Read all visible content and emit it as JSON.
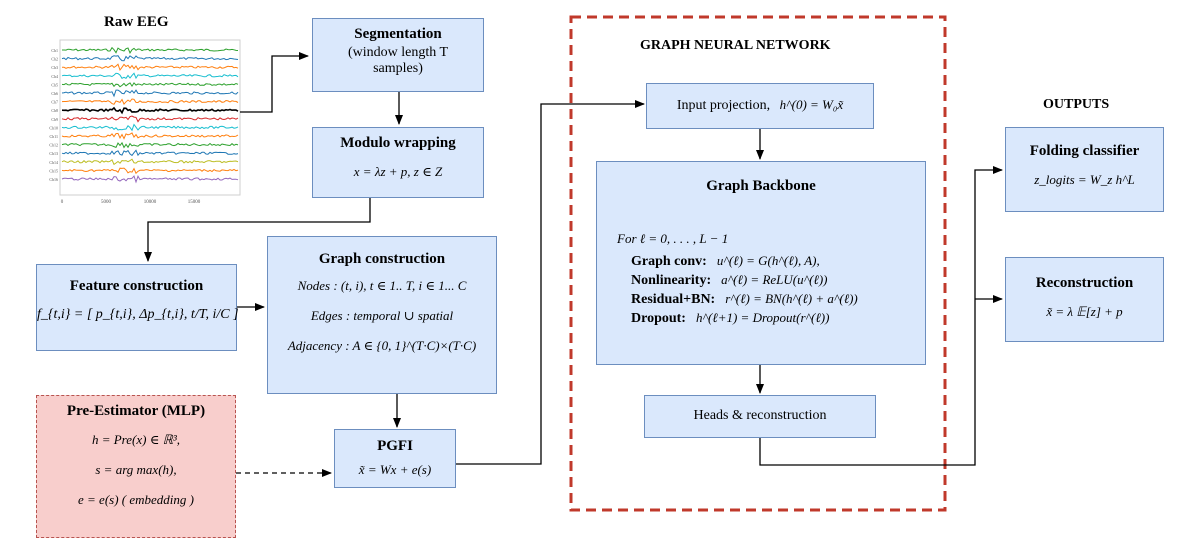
{
  "raw_eeg": {
    "title": "Raw EEG",
    "channel_labels": [
      "Ch1",
      "Ch2",
      "Ch3",
      "Ch4",
      "Ch5",
      "Ch6",
      "Ch7",
      "Ch8",
      "Ch9",
      "Ch10",
      "Ch11",
      "Ch12",
      "Ch13",
      "Ch14",
      "Ch15",
      "Ch16"
    ],
    "x_ticks": [
      "0",
      "5000",
      "10000",
      "15000"
    ],
    "trace_colors": [
      "#2ca02c",
      "#1f77b4",
      "#ff7f0e",
      "#17becf",
      "#2ca02c",
      "#1f77b4",
      "#ff7f0e",
      "#000000",
      "#d62728",
      "#17becf",
      "#ff7f0e",
      "#2ca02c",
      "#1f77b4",
      "#bcbd22",
      "#ff7f0e",
      "#9467bd"
    ]
  },
  "segmentation": {
    "title": "Segmentation",
    "line1": "(window length T",
    "line2": "samples)"
  },
  "modulo": {
    "title": "Modulo wrapping",
    "eq": "x = λz + p, z ∈ Z"
  },
  "feature": {
    "title": "Feature construction",
    "eq": "f_{t,i} = [ p_{t,i}, Δp_{t,i}, t/T, i/C ]"
  },
  "graph_construction": {
    "title": "Graph construction",
    "nodes": "Nodes : (t, i), t ∈ 1.. T, i ∈ 1... C",
    "edges": "Edges : temporal ∪ spatial",
    "adjacency": "Adjacency : A ∈ {0, 1}^(T·C)×(T·C)"
  },
  "pre_estimator": {
    "title": "Pre-Estimator (MLP)",
    "eq1": "h = Pre(x) ∈ ℝ³,",
    "eq2": "s = arg max(h),",
    "eq3": "e = e(s) ( embedding )"
  },
  "pgfi": {
    "title": "PGFI",
    "eq": "x̃ = Wx + e(s)"
  },
  "gnn": {
    "header": "GRAPH NEURAL NETWORK"
  },
  "input_projection": {
    "label": "Input projection,",
    "eq": "h^(0) = W₀x̃"
  },
  "backbone": {
    "title": "Graph Backbone",
    "loop": "For ℓ = 0, . . . , L − 1",
    "rows": [
      {
        "name": "Graph conv:",
        "eq": "u^(ℓ) = G(h^(ℓ), A),"
      },
      {
        "name": "Nonlinearity:",
        "eq": "a^(ℓ) = ReLU(u^(ℓ))"
      },
      {
        "name": "Residual+BN:",
        "eq": "r^(ℓ) = BN(h^(ℓ) + a^(ℓ))"
      },
      {
        "name": "Dropout:",
        "eq": "h^(ℓ+1) = Dropout(r^(ℓ))"
      }
    ]
  },
  "heads": {
    "label": "Heads & reconstruction"
  },
  "outputs": {
    "header": "OUTPUTS",
    "folding": {
      "title": "Folding classifier",
      "eq": "z_logits = W_z h^L"
    },
    "reconstruction": {
      "title": "Reconstruction",
      "eq": "x̃ = λ 𝔼[z] + p"
    }
  },
  "colors": {
    "box_fill": "#dae8fc",
    "box_border": "#6c8ebf",
    "red_fill": "#f8cecc",
    "red_border": "#b85450",
    "gnn_border": "#c0392b"
  }
}
